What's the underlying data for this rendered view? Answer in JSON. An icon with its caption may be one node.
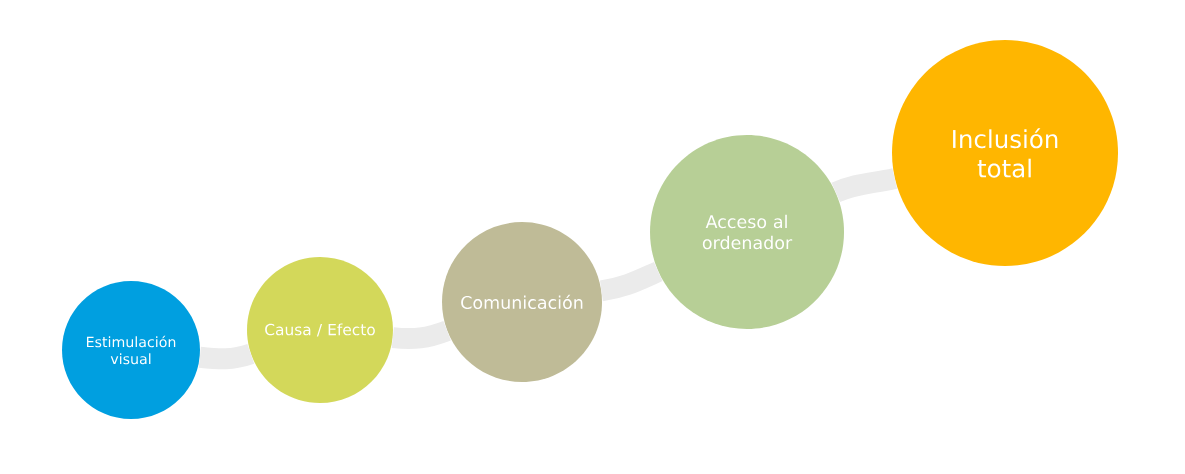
{
  "diagram": {
    "nodes": [
      {
        "text": [
          "Estimulación visual"
        ]
      },
      {
        "text": [
          "Causa / Efecto"
        ]
      },
      {
        "text": [
          "Comunicación"
        ]
      },
      {
        "text": [
          "Acceso al ordenador"
        ]
      },
      {
        "text": [
          "Inclusión total"
        ]
      }
    ],
    "edges": [
      {
        "from": 0,
        "to": 1,
        "arrow": "none"
      },
      {
        "from": 1,
        "to": 2,
        "arrow": "none"
      },
      {
        "from": 2,
        "to": 3,
        "arrow": "none"
      },
      {
        "from": 3,
        "to": 4,
        "arrow": "none"
      }
    ]
  }
}
